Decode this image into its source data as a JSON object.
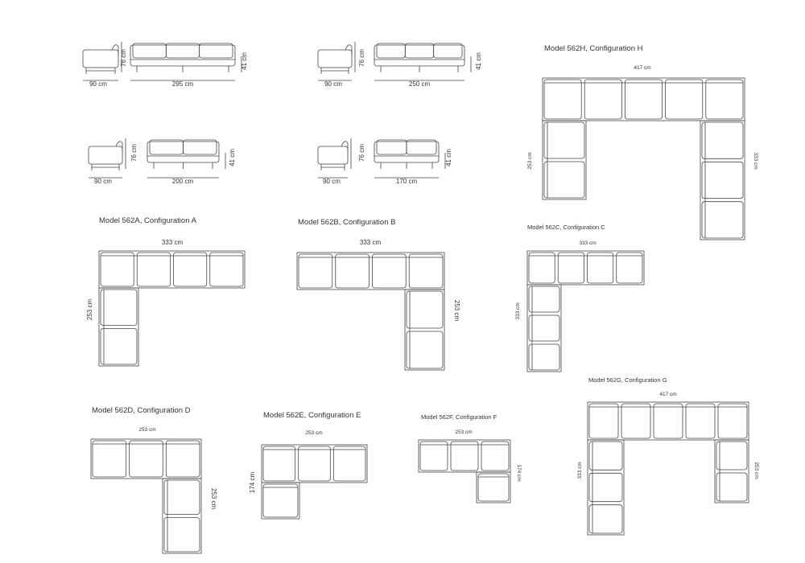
{
  "elevations": [
    {
      "depth": "90 cm",
      "width": "295 cm",
      "height": "76 cm",
      "seat": "41 cm"
    },
    {
      "depth": "90 cm",
      "width": "250 cm",
      "height": "76 cm",
      "seat": "41 cm"
    },
    {
      "depth": "90 cm",
      "width": "200 cm",
      "height": "76 cm",
      "seat": "41 cm"
    },
    {
      "depth": "90 cm",
      "width": "170 cm",
      "height": "76 cm",
      "seat": "41 cm"
    }
  ],
  "configurations": [
    {
      "id": "A",
      "title": "Model 562A, Configuration A",
      "width": "333 cm",
      "side": "253 cm"
    },
    {
      "id": "B",
      "title": "Model 562B, Configuration B",
      "width": "333 cm",
      "side": "253 cm"
    },
    {
      "id": "C",
      "title": "Model 562C, Configuration C",
      "width": "333 cm",
      "side": "333 cm"
    },
    {
      "id": "H",
      "title": "Model 562H, Configuration H",
      "width": "417 cm",
      "side": "253 cm",
      "side2": "333 cm"
    },
    {
      "id": "D",
      "title": "Model 562D, Configuration D",
      "width": "253 cm",
      "side": "253 cm"
    },
    {
      "id": "E",
      "title": "Model 562E, Configuration E",
      "width": "253 cm",
      "side": "174 cm"
    },
    {
      "id": "F",
      "title": "Model 562F, Configuration F",
      "width": "253 cm",
      "side": "174 cm"
    },
    {
      "id": "G",
      "title": "Model 562G, Configuration G",
      "width": "417 cm",
      "side": "333 cm",
      "side2": "253 cm"
    }
  ]
}
